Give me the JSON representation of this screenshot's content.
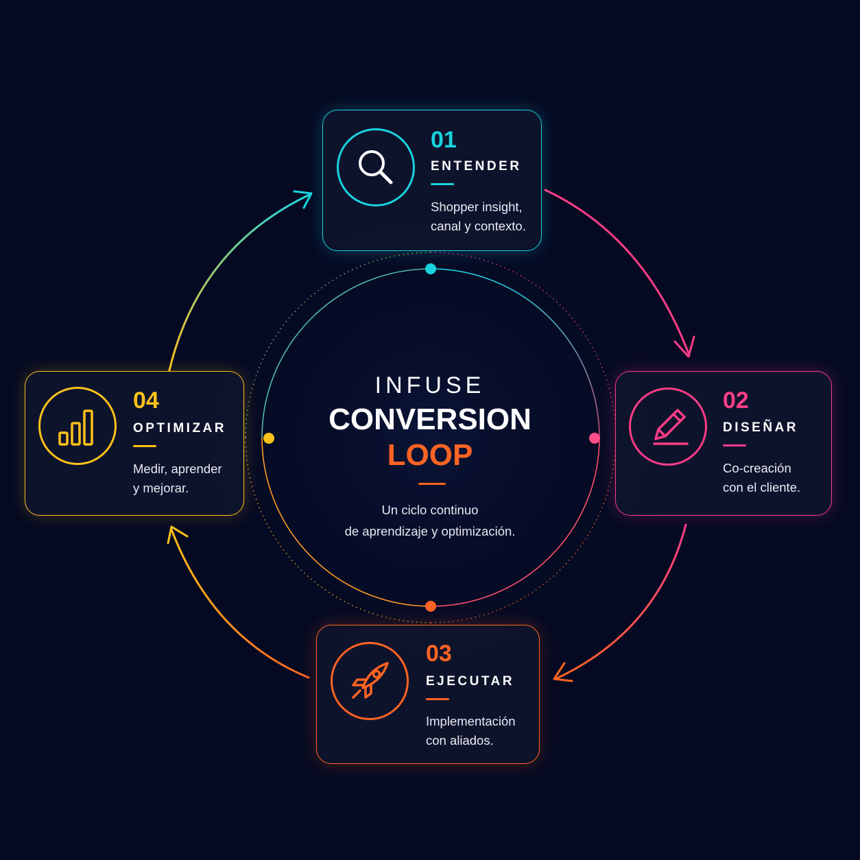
{
  "colors": {
    "background": "#050a22",
    "cyan": "#19d3e0",
    "pink": "#ff3d86",
    "orange": "#ff6422",
    "yellow": "#ffc21a"
  },
  "center": {
    "brand": "INFUSE",
    "title": "CONVERSION",
    "highlight": "LOOP",
    "subtitle_line1": "Un ciclo continuo",
    "subtitle_line2": "de aprendizaje y optimización."
  },
  "steps": [
    {
      "number": "01",
      "title": "ENTENDER",
      "desc_line1": "Shopper insight,",
      "desc_line2": "canal y contexto.",
      "icon": "search-icon",
      "color": "#19d3e0"
    },
    {
      "number": "02",
      "title": "DISEÑAR",
      "desc_line1": "Co-creación",
      "desc_line2": "con el cliente.",
      "icon": "pencil-icon",
      "color": "#ff3d86"
    },
    {
      "number": "03",
      "title": "EJECUTAR",
      "desc_line1": "Implementación",
      "desc_line2": "con aliados.",
      "icon": "rocket-icon",
      "color": "#ff6422"
    },
    {
      "number": "04",
      "title": "OPTIMIZAR",
      "desc_line1": "Medir, aprender",
      "desc_line2": "y mejorar.",
      "icon": "bar-chart-icon",
      "color": "#ffc21a"
    }
  ]
}
